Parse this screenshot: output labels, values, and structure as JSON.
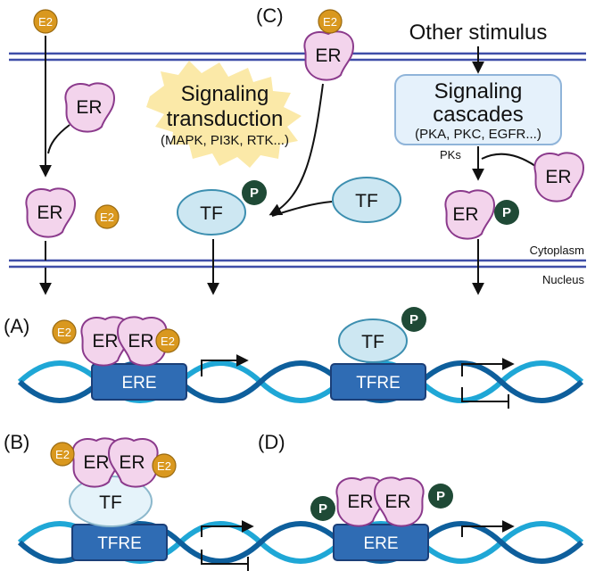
{
  "labels": {
    "panel_a": "(A)",
    "panel_b": "(B)",
    "panel_c": "(C)",
    "panel_d": "(D)",
    "er": "ER",
    "e2": "E2",
    "tf": "TF",
    "p": "P",
    "ere": "ERE",
    "tfre": "TFRE",
    "other_stimulus": "Other stimulus",
    "signaling_line1": "Signaling",
    "signaling_line2": "transduction",
    "signaling_line3": "(MAPK, PI3K, RTK...)",
    "cascades_line1": "Signaling",
    "cascades_line2": "cascades",
    "cascades_line3": "(PKA, PKC, EGFR...)",
    "pks": "PKs",
    "cytoplasm": "Cytoplasm",
    "nucleus": "Nucleus"
  },
  "colors": {
    "er_fill": "#f3d4ec",
    "er_stroke": "#8b3a8c",
    "e2_fill": "#d9981f",
    "tf_fill": "#cde7f2",
    "tf_stroke": "#3d8fb0",
    "p_fill": "#1f4a36",
    "membrane": "#3f4ea8",
    "dna_a": "#1fa7d6",
    "dna_b": "#0e5f9c",
    "box_fill": "#2f6cb4",
    "cascade_fill": "#e5f1fb",
    "burst": "#fbe9a8"
  }
}
